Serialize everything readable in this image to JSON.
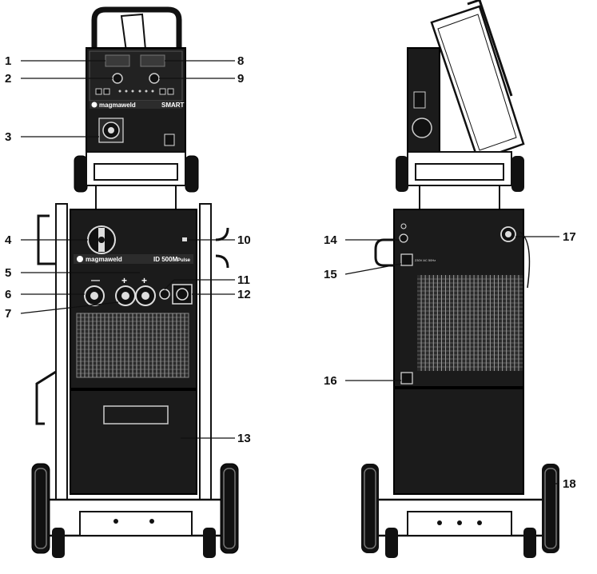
{
  "callouts": {
    "n1": "1",
    "n2": "2",
    "n3": "3",
    "n4": "4",
    "n5": "5",
    "n6": "6",
    "n7": "7",
    "n8": "8",
    "n9": "9",
    "n10": "10",
    "n11": "11",
    "n12": "12",
    "n13": "13",
    "n14": "14",
    "n15": "15",
    "n16": "16",
    "n17": "17",
    "n18": "18"
  },
  "labels": {
    "feeder_brand": "magmaweld",
    "feeder_model": "SMART",
    "source_brand": "magmaweld",
    "source_model": "ID 500M",
    "source_variant": "Pulse",
    "minus_sign": "—",
    "plus_sign": "+",
    "socket_label": "230V AC 50Hz"
  },
  "colors": {
    "body": "#1b1b1b",
    "panel": "#242424",
    "frame": "#111111",
    "outline": "#000000",
    "paper": "#ffffff"
  },
  "icons": {
    "power_switch": "rotary-switch-icon",
    "connector": "euro-connector-icon",
    "socket": "power-socket-icon"
  }
}
